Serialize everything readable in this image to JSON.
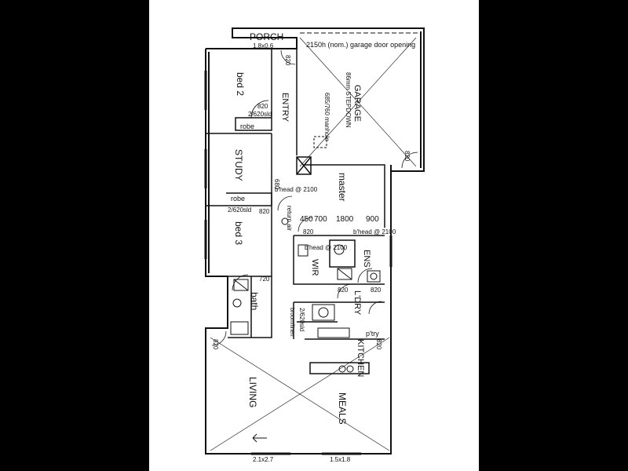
{
  "labels": {
    "porch": "PORCH",
    "porch_size": "1.8x0.6",
    "garage_door": "2150h (nom.) garage door opening",
    "garage": "GARAGE",
    "stepdown": "86mm STEPDOWN",
    "manhole": "685/760 manhole",
    "entry": "ENTRY",
    "bed2": "bed 2",
    "study": "STUDY",
    "robe": "robe",
    "bed3": "bed 3",
    "master": "master",
    "wir": "WIR",
    "ens": "ENS",
    "ldry": "L'DRY",
    "bath": "bath",
    "kitchen": "KITCHEN",
    "living": "LIVING",
    "meals": "MEALS",
    "broom_linen": "broom/linen",
    "pantry": "p'try",
    "sld_1": "2/620sld",
    "sld_2": "2/620sld",
    "sld_3": "2/620sld",
    "bhead_1": "b'head @ 2100",
    "bhead_2": "b'head @ 2100",
    "bhead_3": "b'head @ 2100",
    "return_air": "return air",
    "window_1": "2.1x2.7",
    "window_2": "1.5x1.8"
  },
  "dims": {
    "d820_a": "820",
    "d820_b": "820",
    "d820_c": "820",
    "d820_d": "820",
    "d820_e": "820",
    "d820_f": "820",
    "d820_g": "820",
    "d820_h": "820",
    "d820_i": "820",
    "d720": "720",
    "d450": "450",
    "d700": "700",
    "d1800": "1800",
    "d900": "900",
    "d680": "680"
  }
}
